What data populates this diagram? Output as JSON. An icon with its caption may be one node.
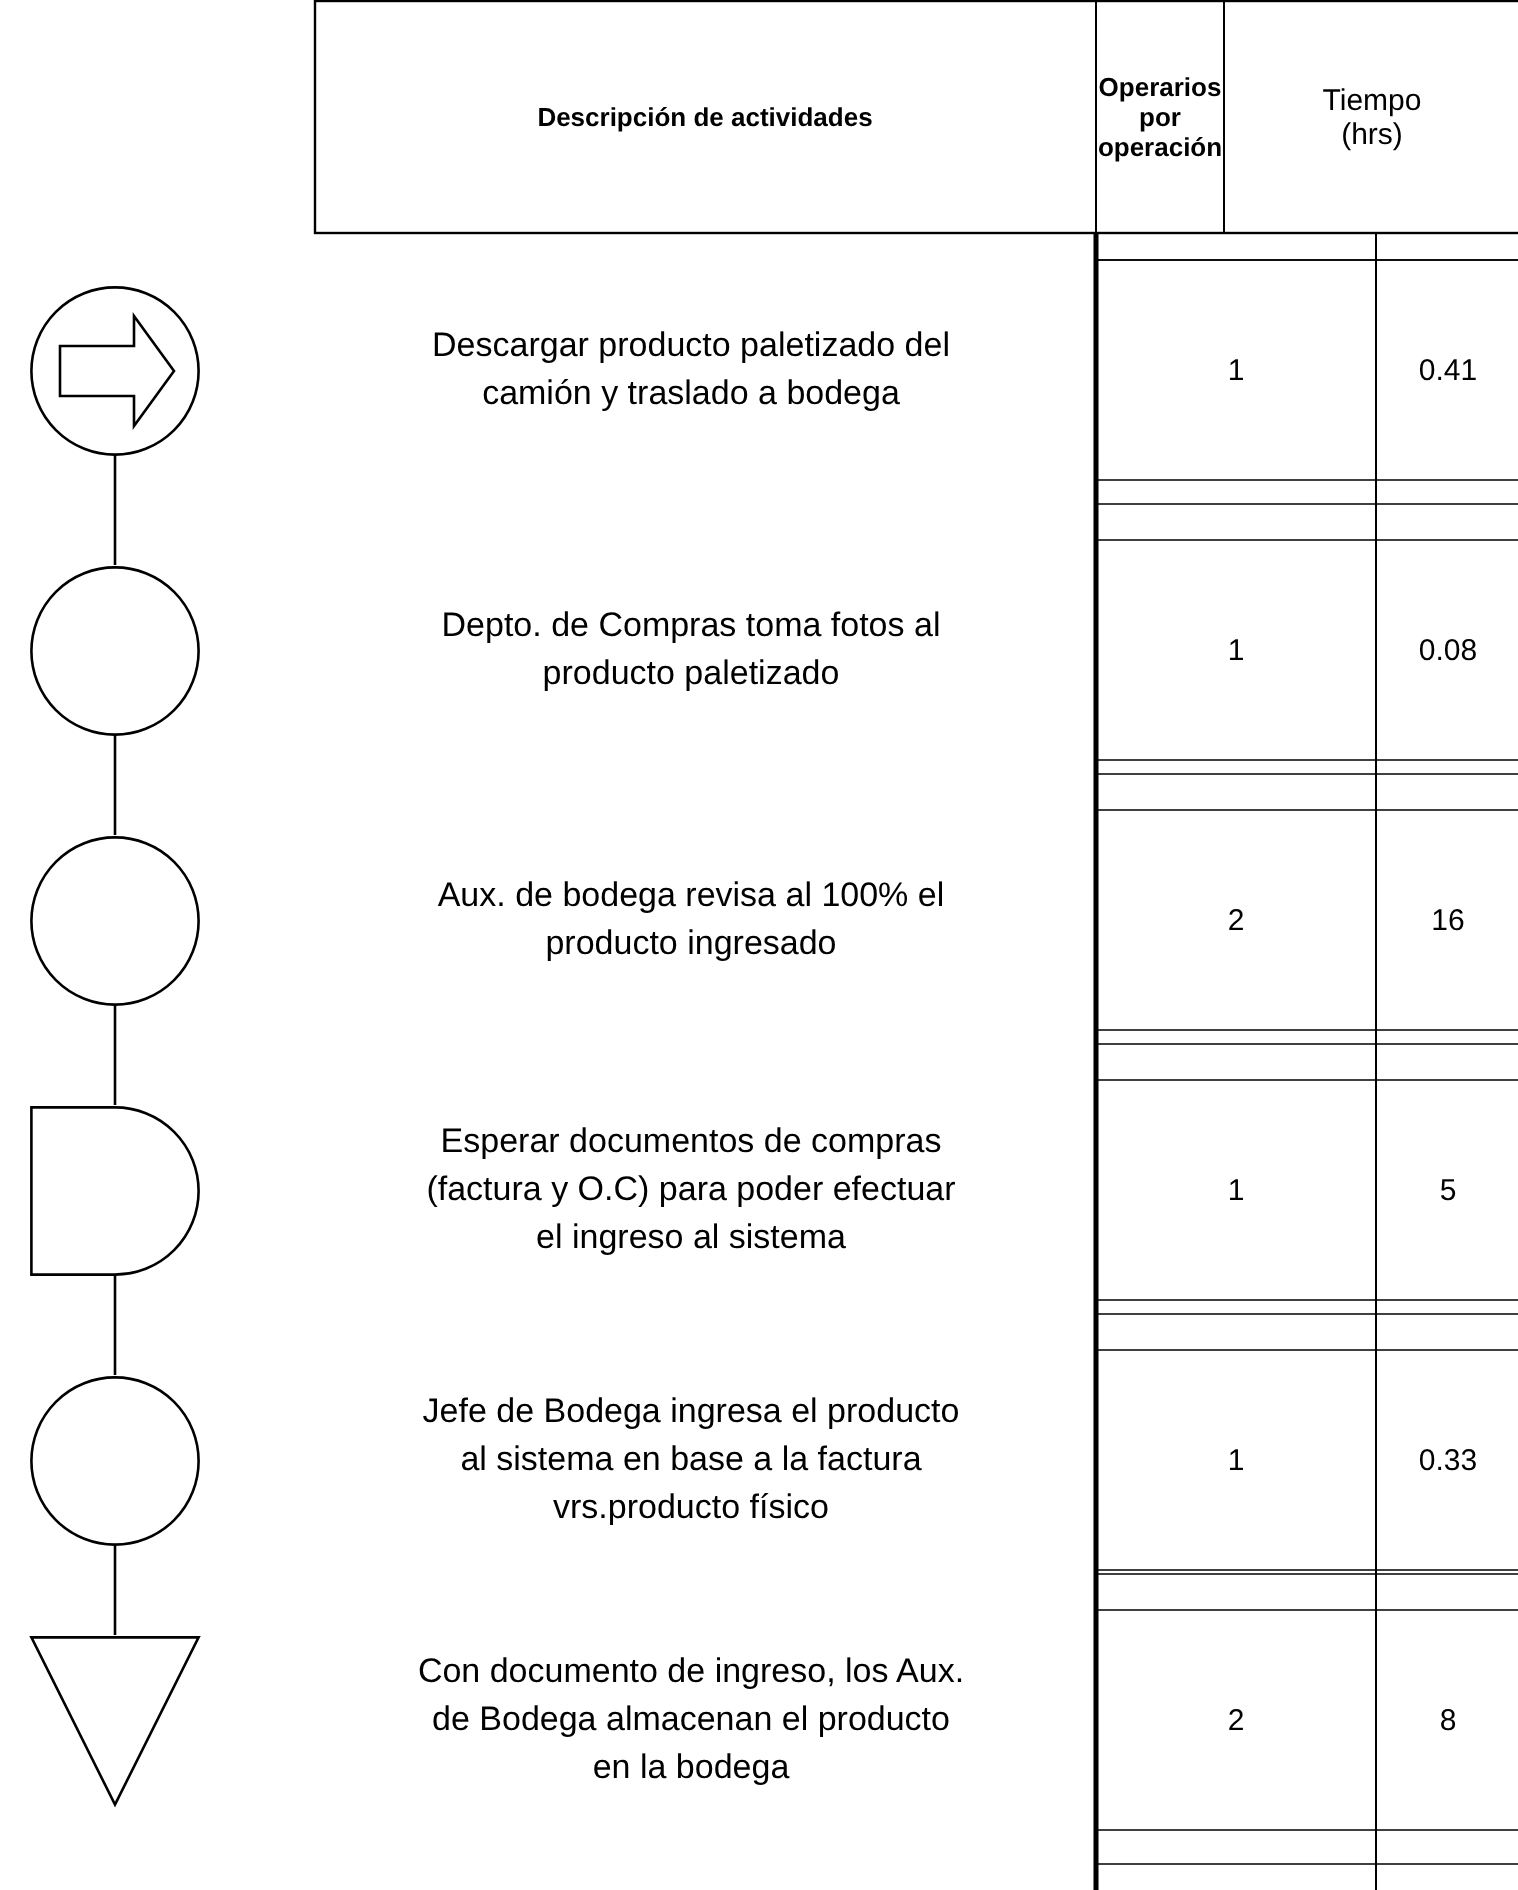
{
  "diagram": {
    "nodes": [
      {
        "text": [],
        "shape": "circle"
      },
      {
        "text": [],
        "shape": "circle"
      },
      {
        "text": [],
        "shape": "circle"
      },
      {
        "text": [],
        "shape": "delay"
      },
      {
        "text": [],
        "shape": "circle"
      },
      {
        "text": [],
        "shape": "triangle"
      }
    ],
    "edges": [
      {
        "from": 0,
        "to": 1,
        "arrow": "none"
      },
      {
        "from": 1,
        "to": 2,
        "arrow": "none"
      },
      {
        "from": 2,
        "to": 3,
        "arrow": "none"
      },
      {
        "from": 3,
        "to": 4,
        "arrow": "none"
      },
      {
        "from": 4,
        "to": 5,
        "arrow": "none"
      }
    ],
    "labels": [
      "Descripción de actividades",
      "Operarios por operación",
      "Tiempo (hrs)",
      "Descargar producto paletizado del camión y traslado a bodega",
      "1",
      "0.41",
      "Depto. de Compras toma fotos al producto paletizado",
      "1",
      "0.08",
      "Aux. de bodega revisa al 100% el producto ingresado",
      "2",
      "16",
      "Esperar documentos de compras (factura y O.C) para poder efectuar el ingreso al sistema",
      "1",
      "5",
      "Jefe de Bodega ingresa el producto al sistema en base a la factura vrs.producto físico",
      "1",
      "0.33",
      "Con documento de ingreso, los Aux. de Bodega almacenan el producto en la bodega",
      "2",
      "8"
    ]
  }
}
